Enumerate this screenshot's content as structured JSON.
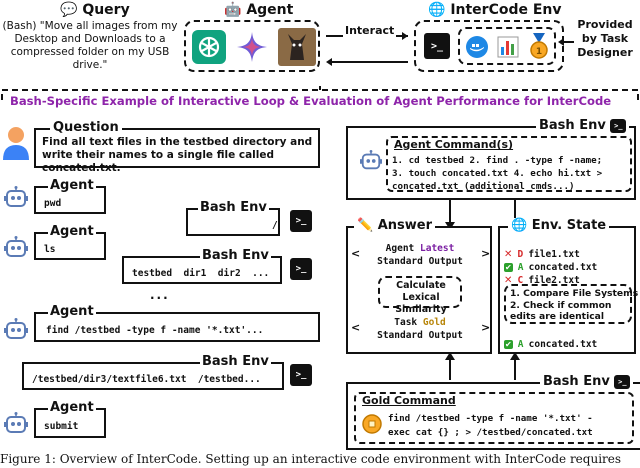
{
  "top": {
    "query_title": "Query",
    "query_text": "(Bash) \"Move all images from my Desktop and Downloads to a compressed folder on my USB drive.\"",
    "agent_title": "Agent",
    "interact_label": "Interact",
    "env_title": "InterCode Env",
    "provided_label": "Provided by Task Designer"
  },
  "banner": "Bash-Specific Example of Interactive Loop & Evaluation of Agent Performance for InterCode",
  "left": {
    "question_title": "Question",
    "question_text": "Find all text files in the testbed directory and write their names to a single file called concated.txt.",
    "agent_label": "Agent",
    "bash_label": "Bash Env",
    "cmd_pwd": "pwd",
    "out_pwd": "/",
    "cmd_ls": "ls",
    "out_ls": "testbed  dir1  dir2  ...",
    "ellipsis": "...",
    "cmd_find": "find /testbed -type f -name '*.txt'...",
    "out_find": "/testbed/dir3/textfile6.txt  /testbed...",
    "cmd_submit": "submit"
  },
  "right": {
    "bash_label": "Bash Env",
    "agent_commands_title": "Agent Command(s)",
    "agent_commands": [
      "1. cd testbed 2. find . -type f -name;",
      "3. touch concated.txt 4. echo hi.txt >",
      "concated.txt (additional cmds...)"
    ],
    "answer_title": "Answer",
    "agent_output_pre": "Agent ",
    "agent_output_kw": "Latest",
    "agent_output_post": "Standard Output",
    "similarity": "Calculate Lexical Similarity",
    "task_output_pre": "Task ",
    "task_output_kw": "Gold",
    "task_output_post": "Standard Output",
    "env_state_title": "Env. State",
    "files": [
      {
        "mark": "✕",
        "flag": "D",
        "name": "file1.txt",
        "color": "#d62728"
      },
      {
        "mark": "✔",
        "flag": "A",
        "name": "concated.txt",
        "color": "#2ca02c"
      },
      {
        "mark": "✕",
        "flag": "C",
        "name": "file2.txt",
        "color": "#d62728"
      }
    ],
    "compare_1": "1. Compare File Systems",
    "compare_2": "2. Check if common edits are identical",
    "final_file": {
      "mark": "✔",
      "flag": "A",
      "name": "concated.txt"
    },
    "gold_bash_label": "Bash Env",
    "gold_title": "Gold Command",
    "gold_cmd_1": "find /testbed -type f -name '*.txt' -",
    "gold_cmd_2": "exec cat {} ; > /testbed/concated.txt"
  },
  "caption": "Figure 1: Overview of InterCode. Setting up an interactive code environment with InterCode requires",
  "colors": {
    "banner": "#8e24aa",
    "latest": "#7b1fa2",
    "gold": "#b8860b",
    "ok": "#2ca02c",
    "bad": "#d62728"
  }
}
